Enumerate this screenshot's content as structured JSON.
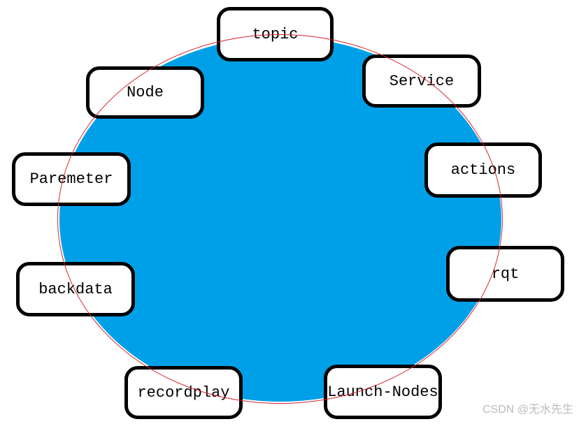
{
  "diagram": {
    "nodes": [
      {
        "label": "topic"
      },
      {
        "label": "Service"
      },
      {
        "label": "Node"
      },
      {
        "label": "Paremeter"
      },
      {
        "label": "actions"
      },
      {
        "label": "rqt"
      },
      {
        "label": "backdata"
      },
      {
        "label": "recordplay"
      },
      {
        "label": "Launch-Nodes"
      }
    ],
    "colors": {
      "ellipse_fill": "#00A0E8",
      "circle_stroke": "#D3262C",
      "box_border": "#000000",
      "box_fill": "#FFFFFF",
      "label_text": "#000000"
    }
  },
  "watermark": {
    "text": "CSDN @无水先生"
  }
}
